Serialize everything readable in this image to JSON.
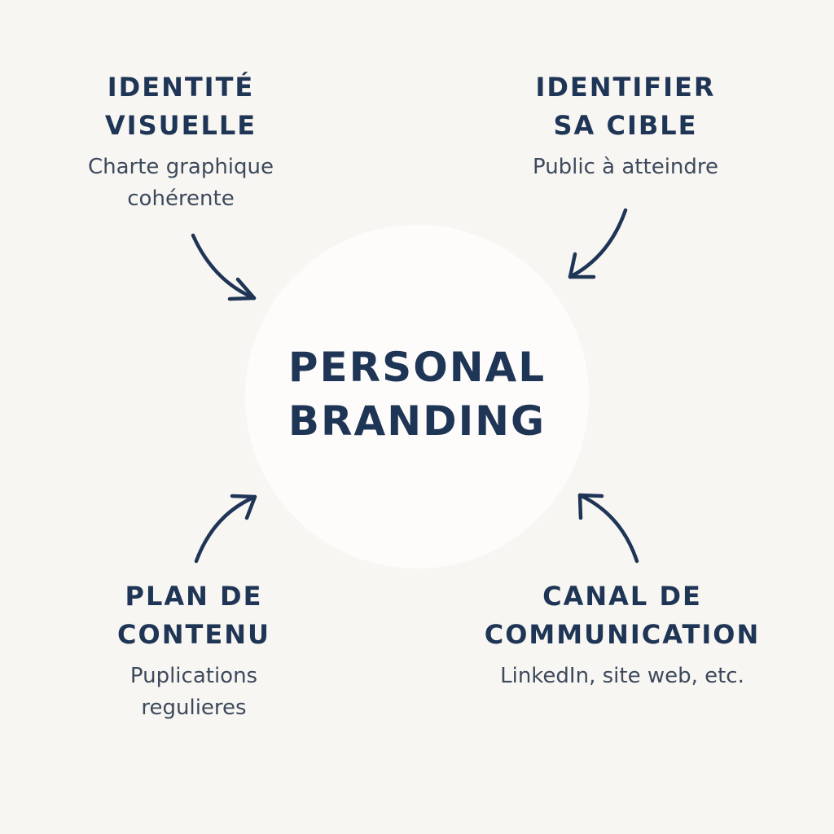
{
  "center": {
    "line1": "PERSONAL",
    "line2": "BRANDING"
  },
  "nodes": [
    {
      "title1": "IDENTITÉ",
      "title2": "VISUELLE",
      "sub1": "Charte graphique",
      "sub2": "cohérente"
    },
    {
      "title1": "IDENTIFIER",
      "title2": "SA CIBLE",
      "sub1": "Public à atteindre",
      "sub2": ""
    },
    {
      "title1": "PLAN DE",
      "title2": "CONTENU",
      "sub1": "Puplications",
      "sub2": "regulieres"
    },
    {
      "title1": "CANAL DE",
      "title2": "COMMUNICATION",
      "sub1": "LinkedIn, site web, etc.",
      "sub2": ""
    }
  ],
  "colors": {
    "background": "#f8f6f2",
    "circle": "#fdfcfa",
    "primary": "#1f3556",
    "secondary": "#3d4a5c"
  }
}
